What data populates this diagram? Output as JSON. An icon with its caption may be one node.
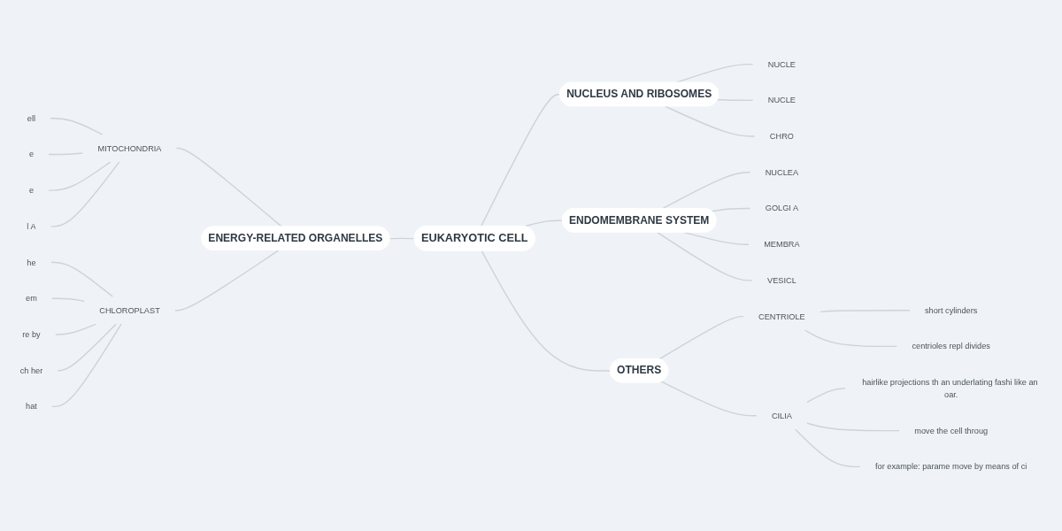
{
  "diagram": {
    "nodes": [
      {
        "text": [
          "EUKARYOTIC CELL"
        ]
      },
      {
        "text": [
          "NUCLEUS AND RIBOSOMES"
        ]
      },
      {
        "text": [
          "NUCLE"
        ]
      },
      {
        "text": [
          "NUCLE"
        ]
      },
      {
        "text": [
          "CHRO"
        ]
      },
      {
        "text": [
          "ENDOMEMBRANE SYSTEM"
        ]
      },
      {
        "text": [
          "NUCLEA"
        ]
      },
      {
        "text": [
          "GOLGI A"
        ]
      },
      {
        "text": [
          "MEMBRA"
        ]
      },
      {
        "text": [
          "VESICL"
        ]
      },
      {
        "text": [
          "OTHERS"
        ]
      },
      {
        "text": [
          "CENTRIOLE"
        ]
      },
      {
        "text": [
          "short cylinders"
        ]
      },
      {
        "text": [
          "centrioles repl divides"
        ]
      },
      {
        "text": [
          "CILIA"
        ]
      },
      {
        "text": [
          "hairlike projections th an underlating fashi like an oar."
        ]
      },
      {
        "text": [
          "move the cell throug"
        ]
      },
      {
        "text": [
          "for example: parame move by means of ci"
        ]
      },
      {
        "text": [
          "ENERGY-RELATED ORGANELLES"
        ]
      },
      {
        "text": [
          "MITOCHONDRIA"
        ]
      },
      {
        "text": [
          "ell"
        ]
      },
      {
        "text": [
          "e"
        ]
      },
      {
        "text": [
          "e"
        ]
      },
      {
        "text": [
          "l A"
        ]
      },
      {
        "text": [
          "CHLOROPLAST"
        ]
      },
      {
        "text": [
          "he"
        ]
      },
      {
        "text": [
          "em"
        ]
      },
      {
        "text": [
          "re by"
        ]
      },
      {
        "text": [
          "ch her"
        ]
      },
      {
        "text": [
          "hat"
        ]
      }
    ],
    "edges": [
      {
        "from": 18,
        "to": 0,
        "arrow": "none"
      },
      {
        "from": 0,
        "to": 1,
        "arrow": "none"
      },
      {
        "from": 0,
        "to": 5,
        "arrow": "none"
      },
      {
        "from": 0,
        "to": 10,
        "arrow": "none"
      },
      {
        "from": 1,
        "to": 2,
        "arrow": "none"
      },
      {
        "from": 1,
        "to": 3,
        "arrow": "none"
      },
      {
        "from": 1,
        "to": 4,
        "arrow": "none"
      },
      {
        "from": 5,
        "to": 6,
        "arrow": "none"
      },
      {
        "from": 5,
        "to": 7,
        "arrow": "none"
      },
      {
        "from": 5,
        "to": 8,
        "arrow": "none"
      },
      {
        "from": 5,
        "to": 9,
        "arrow": "none"
      },
      {
        "from": 10,
        "to": 11,
        "arrow": "none"
      },
      {
        "from": 10,
        "to": 14,
        "arrow": "none"
      },
      {
        "from": 11,
        "to": 12,
        "arrow": "none"
      },
      {
        "from": 11,
        "to": 13,
        "arrow": "none"
      },
      {
        "from": 14,
        "to": 15,
        "arrow": "none"
      },
      {
        "from": 14,
        "to": 16,
        "arrow": "none"
      },
      {
        "from": 14,
        "to": 17,
        "arrow": "none"
      },
      {
        "from": 19,
        "to": 18,
        "arrow": "none"
      },
      {
        "from": 24,
        "to": 18,
        "arrow": "none"
      },
      {
        "from": 20,
        "to": 19,
        "arrow": "none"
      },
      {
        "from": 21,
        "to": 19,
        "arrow": "none"
      },
      {
        "from": 22,
        "to": 19,
        "arrow": "none"
      },
      {
        "from": 23,
        "to": 19,
        "arrow": "none"
      },
      {
        "from": 25,
        "to": 24,
        "arrow": "none"
      },
      {
        "from": 26,
        "to": 24,
        "arrow": "none"
      },
      {
        "from": 27,
        "to": 24,
        "arrow": "none"
      },
      {
        "from": 28,
        "to": 24,
        "arrow": "none"
      },
      {
        "from": 29,
        "to": 24,
        "arrow": "none"
      }
    ]
  }
}
